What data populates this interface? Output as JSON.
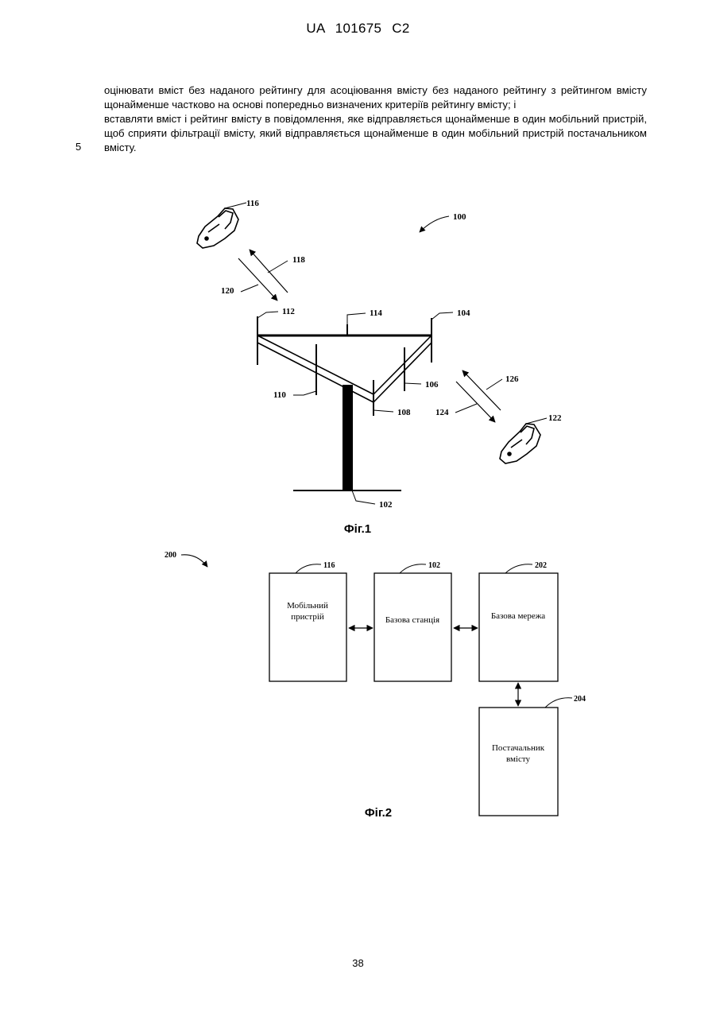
{
  "header": "UA   101675   C2",
  "paragraphs": [
    "оцінювати вміст без наданого рейтингу для асоціювання вмісту без наданого рейтингу з рейтингом вмісту щонайменше частково на основі попередньо визначених критеріїв рейтингу вмісту; і",
    "вставляти вміст і рейтинг вмісту в повідомлення, яке відправляється щонайменше в один мобільний пристрій, щоб сприяти фільтрації вмісту, який відправляється щонайменше в один мобільний пристрій постачальником вмісту."
  ],
  "line_number": "5",
  "fig1": {
    "caption": "Фіг.1",
    "labels": {
      "l100": "100",
      "l102": "102",
      "l104": "104",
      "l106": "106",
      "l108": "108",
      "l110": "110",
      "l112": "112",
      "l114": "114",
      "l116": "116",
      "l118": "118",
      "l120": "120",
      "l122": "122",
      "l124": "124",
      "l126": "126"
    }
  },
  "fig2": {
    "caption": "Фіг.2",
    "ref": "200",
    "boxes": [
      {
        "ref": "116",
        "line1": "Мобільний",
        "line2": "пристрій"
      },
      {
        "ref": "102",
        "line1": "Базова станція",
        "line2": ""
      },
      {
        "ref": "202",
        "line1": "Базова мережа",
        "line2": ""
      },
      {
        "ref": "204",
        "line1": "Постачальник",
        "line2": "вмісту"
      }
    ]
  },
  "page_number": "38"
}
